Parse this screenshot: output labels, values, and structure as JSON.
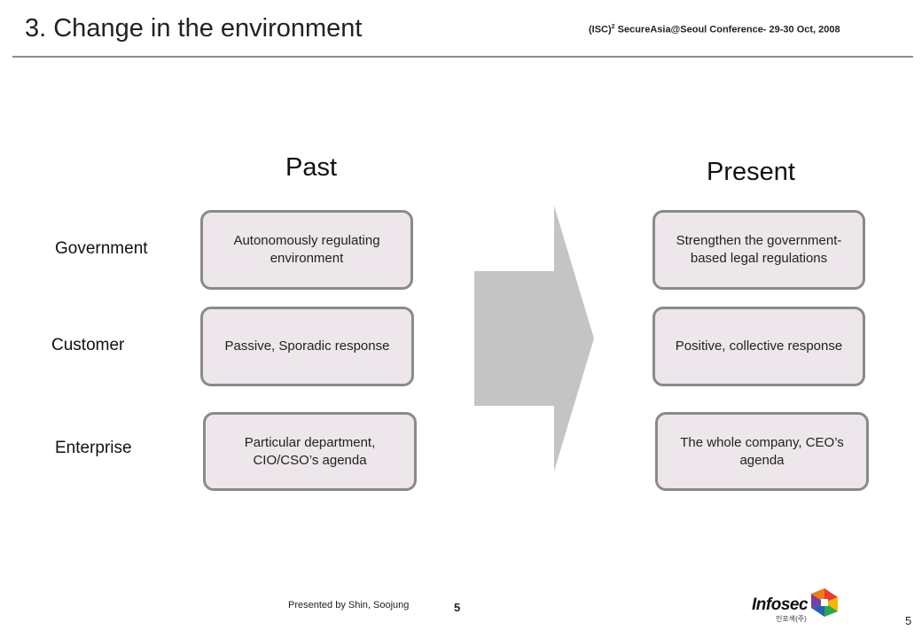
{
  "header": {
    "title": "3. Change in the environment",
    "conference_prefix": "(ISC)",
    "conference_sup": "2",
    "conference_rest": " SecureAsia@Seoul Conference- 29-30 Oct, 2008"
  },
  "columns": {
    "past": "Past",
    "present": "Present"
  },
  "rows": [
    {
      "label": "Government",
      "past": "Autonomously regulating environment",
      "present": "Strengthen the government-based legal regulations"
    },
    {
      "label": "Customer",
      "past": "Passive, Sporadic response",
      "present": "Positive, collective response"
    },
    {
      "label": "Enterprise",
      "past": "Particular department, CIO/CSO’s agenda",
      "present": "The whole company, CEO’s agenda"
    }
  ],
  "footer": {
    "presenter": "Presented by Shin, Soojung",
    "center_number": "5",
    "page_number": "5",
    "logo_text": "Infosec",
    "logo_subtext": "인포섹(주)"
  },
  "colors": {
    "box_fill": "#ede6ea",
    "box_border": "#8a8a8a",
    "arrow": "#c4c4c4",
    "rule": "#8c8c8c"
  }
}
